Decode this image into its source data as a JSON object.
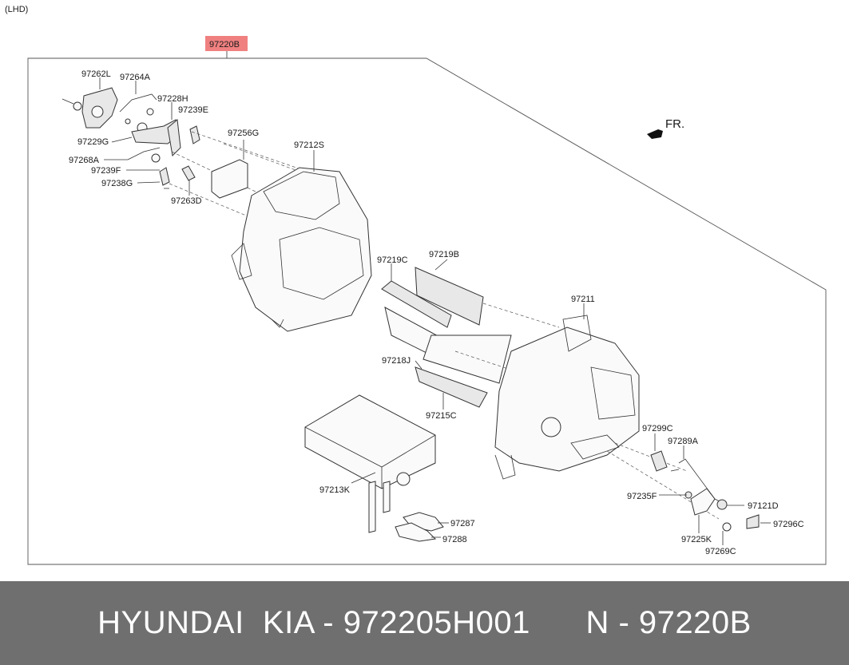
{
  "variant": "(LHD)",
  "assembly": {
    "part_no": "97220B",
    "highlight": "#f08080"
  },
  "direction": "FR.",
  "labels": {
    "p97262L": "97262L",
    "p97264A": "97264A",
    "p97228H": "97228H",
    "p97239E": "97239E",
    "p97229G": "97229G",
    "p97268A": "97268A",
    "p97239F": "97239F",
    "p97238G": "97238G",
    "p97263D": "97263D",
    "p97256G": "97256G",
    "p97212S": "97212S",
    "p97219C": "97219C",
    "p97219B": "97219B",
    "p97211": "97211",
    "p97218J": "97218J",
    "p97215C": "97215C",
    "p97213K": "97213K",
    "p97287": "97287",
    "p97288": "97288",
    "p97299C": "97299C",
    "p97289A": "97289A",
    "p97235F": "97235F",
    "p97121D": "97121D",
    "p97296C": "97296C",
    "p97225K": "97225K",
    "p97269C": "97269C"
  },
  "footer": {
    "text": "HYUNDAI  KIA - 972205H001      N - 97220B",
    "background": "#6f6f6f"
  }
}
